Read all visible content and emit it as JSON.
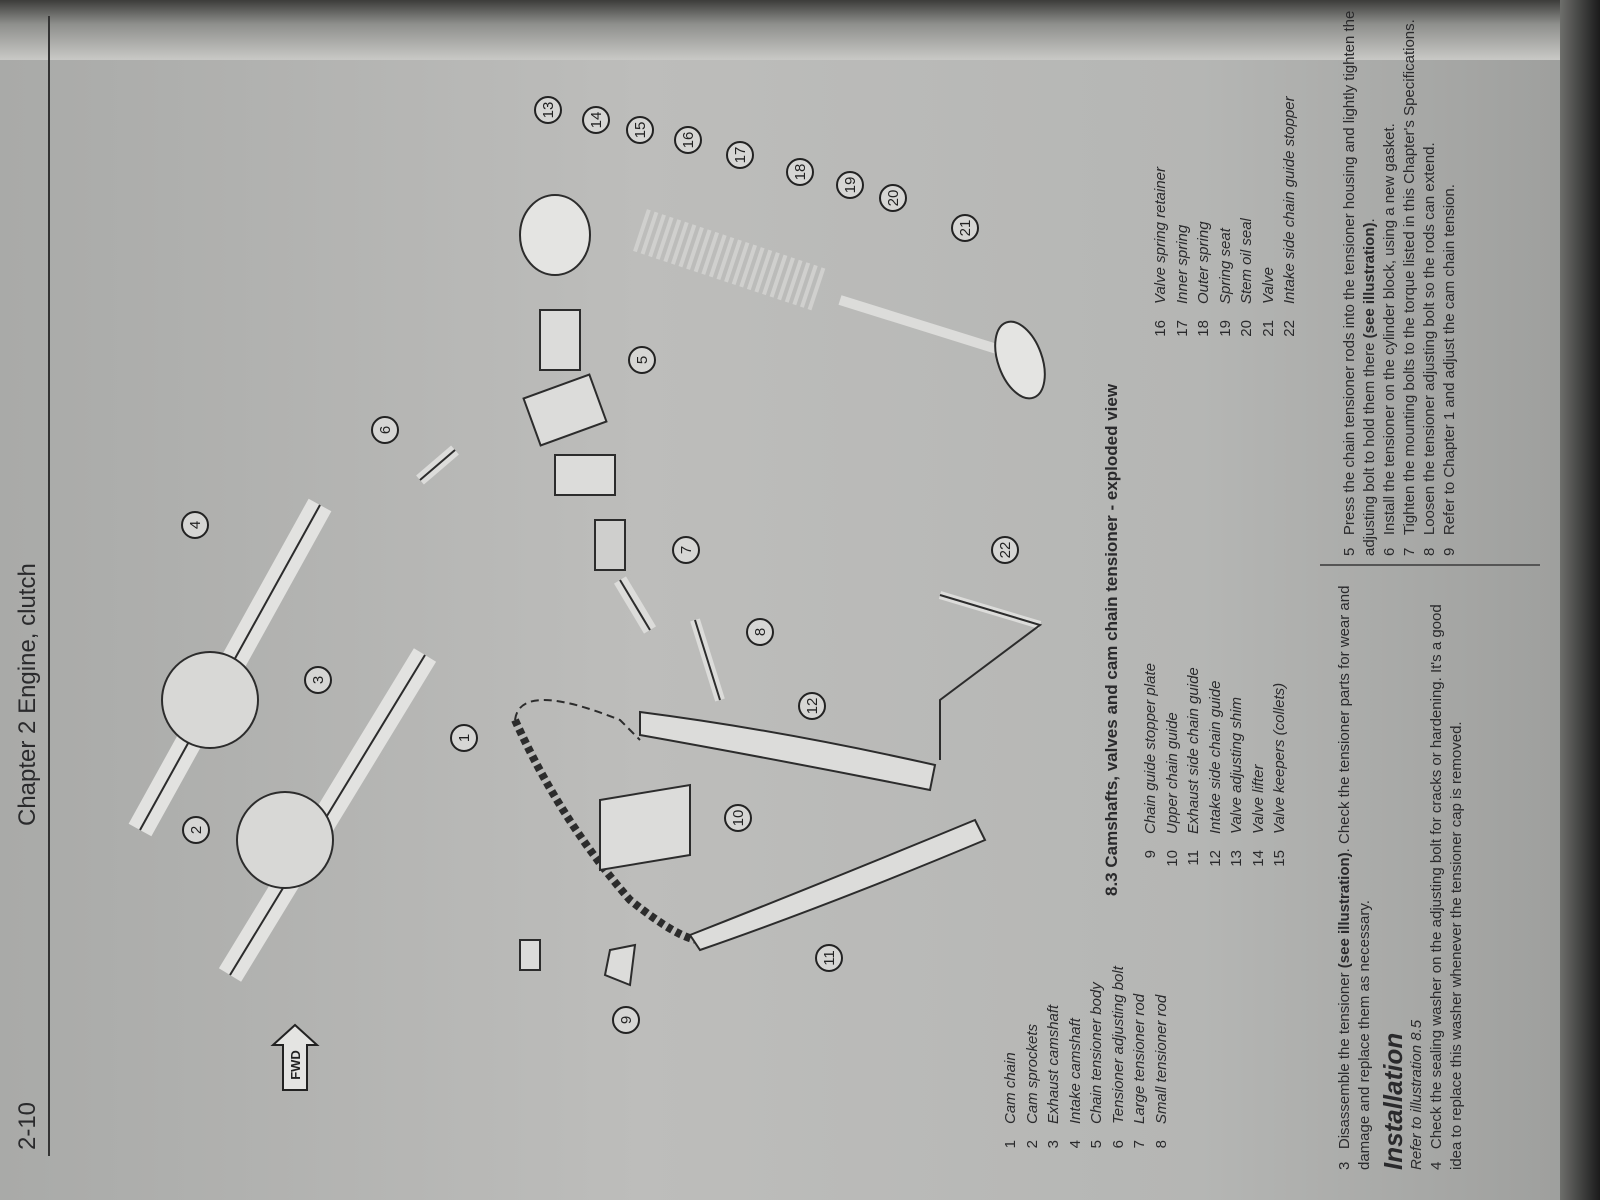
{
  "header": {
    "page_number": "2-10",
    "chapter": "Chapter 2  Engine, clutch"
  },
  "figure": {
    "caption": "8.3 Camshafts, valves and cam chain tensioner - exploded view",
    "fwd_label": "FWD",
    "callouts": [
      "1",
      "2",
      "3",
      "4",
      "5",
      "6",
      "7",
      "8",
      "9",
      "10",
      "11",
      "12",
      "13",
      "14",
      "15",
      "16",
      "17",
      "18",
      "19",
      "20",
      "21",
      "22"
    ],
    "legend": [
      {
        "n": "1",
        "label": "Cam chain"
      },
      {
        "n": "2",
        "label": "Cam sprockets"
      },
      {
        "n": "3",
        "label": "Exhaust camshaft"
      },
      {
        "n": "4",
        "label": "Intake camshaft"
      },
      {
        "n": "5",
        "label": "Chain tensioner body"
      },
      {
        "n": "6",
        "label": "Tensioner adjusting bolt"
      },
      {
        "n": "7",
        "label": "Large tensioner rod"
      },
      {
        "n": "8",
        "label": "Small tensioner rod"
      },
      {
        "n": "9",
        "label": "Chain guide stopper plate"
      },
      {
        "n": "10",
        "label": "Upper chain guide"
      },
      {
        "n": "11",
        "label": "Exhaust side chain guide"
      },
      {
        "n": "12",
        "label": "Intake side chain guide"
      },
      {
        "n": "13",
        "label": "Valve adjusting shim"
      },
      {
        "n": "14",
        "label": "Valve lifter"
      },
      {
        "n": "15",
        "label": "Valve keepers (collets)"
      },
      {
        "n": "16",
        "label": "Valve spring retainer"
      },
      {
        "n": "17",
        "label": "Inner spring"
      },
      {
        "n": "18",
        "label": "Outer spring"
      },
      {
        "n": "19",
        "label": "Spring seat"
      },
      {
        "n": "20",
        "label": "Stem oil seal"
      },
      {
        "n": "21",
        "label": "Valve"
      },
      {
        "n": "22",
        "label": "Intake side chain guide stopper"
      }
    ]
  },
  "body": {
    "step3": {
      "n": "3",
      "pre": "Disassemble the tensioner ",
      "bold": "(see illustration)",
      "post": ". Check the tensioner parts for wear and damage and replace them as necessary."
    },
    "installation_heading": "Installation",
    "installation_ref": "Refer to illustration 8.5",
    "step4": {
      "n": "4",
      "text": "Check the sealing washer on the adjusting bolt for cracks or hardening. It's a good idea to replace this washer whenever the tensioner cap is removed."
    },
    "step5": {
      "n": "5",
      "text": "Press the chain tensioner rods into the tensioner housing and lightly tighten the adjusting bolt to hold them there ",
      "bold": "(see illustration)",
      "post": "."
    },
    "step6": {
      "n": "6",
      "text": "Install the tensioner on the cylinder block, using a new gasket."
    },
    "step7": {
      "n": "7",
      "text": "Tighten the mounting bolts to the torque listed in this Chapter's Specifications."
    },
    "step8": {
      "n": "8",
      "text": "Loosen the tensioner adjusting bolt so the rods can extend."
    },
    "step9": {
      "n": "9",
      "text": "Refer to Chapter 1 and adjust the cam chain tension."
    }
  }
}
